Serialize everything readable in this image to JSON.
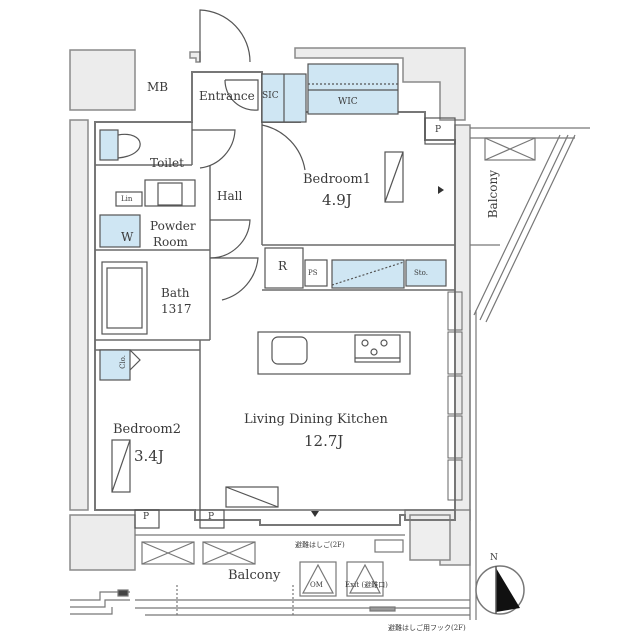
{
  "floorplan": {
    "rooms": {
      "mb": "MB",
      "entrance": "Entrance",
      "sic": "SIC",
      "wic": "WIC",
      "toilet": "Toilet",
      "hall": "Hall",
      "lin": "Lin",
      "washer": "W",
      "powder_room_line1": "Powder",
      "powder_room_line2": "Room",
      "bath": "Bath",
      "bath_size": "1317",
      "bedroom1": "Bedroom1",
      "bedroom1_area": "4.9J",
      "refrigerator": "R",
      "ps": "PS",
      "storage": "Sto.",
      "ldk": "Living Dining Kitchen",
      "ldk_area": "12.7J",
      "closet": "Clo.",
      "bedroom2": "Bedroom2",
      "bedroom2_area": "3.4J",
      "balcony_east": "Balcony",
      "balcony_south": "Balcony",
      "pipe_space": "P"
    },
    "annotations": {
      "escape_ladder": "避難はしご(2F)",
      "escape_ladder_hook": "避難はしご用フック(2F)",
      "outdoor_unit": "OM",
      "exit_sign": "Exit (避難口)",
      "compass_label": "N"
    },
    "colors": {
      "wall_fill": "#e9e9e9",
      "wall_line": "#8a8a8a",
      "closet_fill": "#cfe6f3",
      "line": "#555555"
    }
  }
}
